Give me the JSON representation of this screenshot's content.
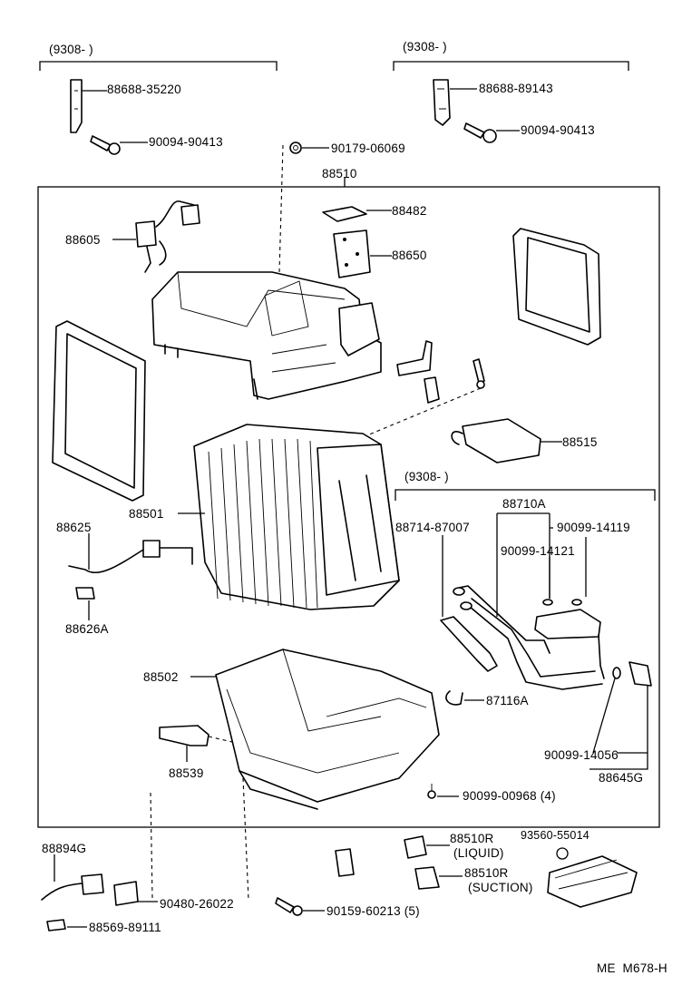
{
  "diagram_id": "ME  M678-H",
  "brackets": {
    "top_left": "(9308-      )",
    "top_right": "(9308-      )",
    "mid_right": "(9308-      )"
  },
  "labels": {
    "p88688_35220": "88688-35220",
    "p90094_a": "90094-90413",
    "p88688_89143": "88688-89143",
    "p90094_b": "90094-90413",
    "p90179": "90179-06069",
    "p88510": "88510",
    "p88482": "88482",
    "p88605": "88605",
    "p88650": "88650",
    "p88515": "88515",
    "p88501": "88501",
    "p88625": "88625",
    "p88626A": "88626A",
    "p88710A": "88710A",
    "p88714": "88714-87007",
    "p90099_14119": "90099-14119",
    "p90099_14121": "90099-14121",
    "p88502": "88502",
    "p87116A": "87116A",
    "p88539": "88539",
    "p90099_14056": "90099-14056",
    "p88645G": "88645G",
    "p90099_00968": "90099-00968 (4)",
    "p88510R_liquid": "88510R",
    "liquid": "(LIQUID)",
    "p93560": "93560-55014",
    "p88510R_suction": "88510R",
    "suction": "(SUCTION)",
    "p88894G": "88894G",
    "p90480": "90480-26022",
    "p90159": "90159-60213 (5)",
    "p88569": "88569-89111"
  },
  "icons": [
    "screw-icon",
    "nut-icon",
    "bracket-icon",
    "evaporator-icon",
    "case-icon",
    "pipe-icon",
    "sensor-icon",
    "grommet-icon",
    "amplifier-icon"
  ]
}
